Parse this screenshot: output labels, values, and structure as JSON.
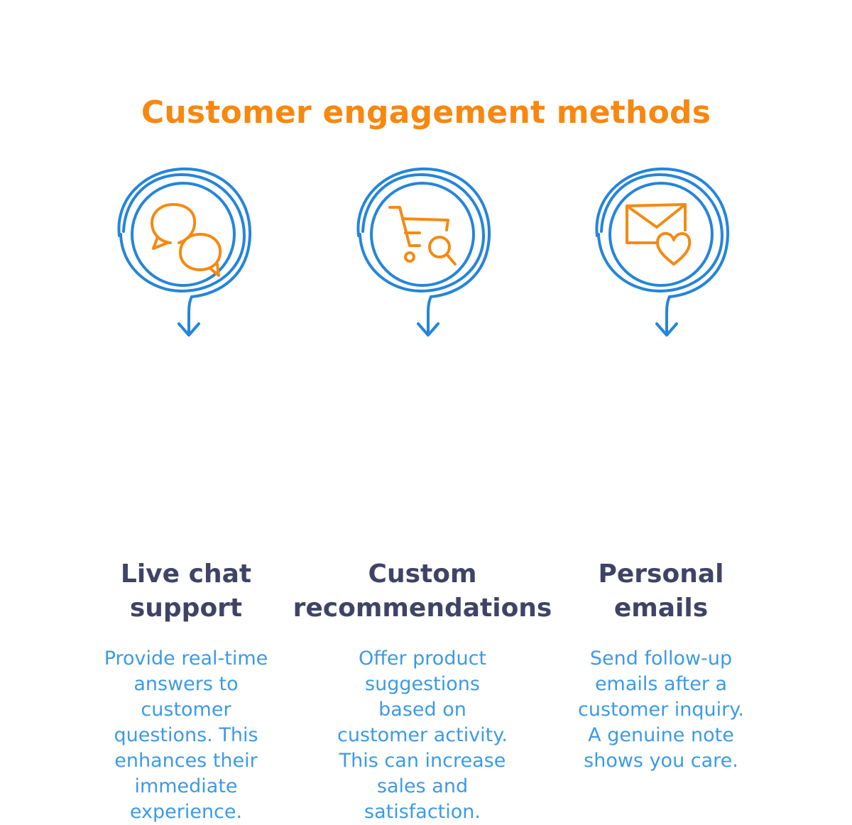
{
  "title": "Customer engagement methods",
  "colors": {
    "title": "#F7880F",
    "heading": "#3F4466",
    "description": "#3D9AE6",
    "ring": "#2585DA",
    "icon": "#F48A12"
  },
  "methods": [
    {
      "icon": "chat-bubbles-icon",
      "heading": "Live chat\nsupport",
      "description": "Provide real-time\nanswers to\ncustomer\nquestions. This\nenhances their\nimmediate\nexperience."
    },
    {
      "icon": "cart-search-icon",
      "heading": "Custom\nrecommendations",
      "description": "Offer product\nsuggestions\nbased on\ncustomer activity.\nThis can increase\nsales and\nsatisfaction."
    },
    {
      "icon": "envelope-heart-icon",
      "heading": "Personal\nemails",
      "description": "Send follow-up\nemails after a\ncustomer inquiry.\nA genuine note\nshows you care."
    }
  ]
}
